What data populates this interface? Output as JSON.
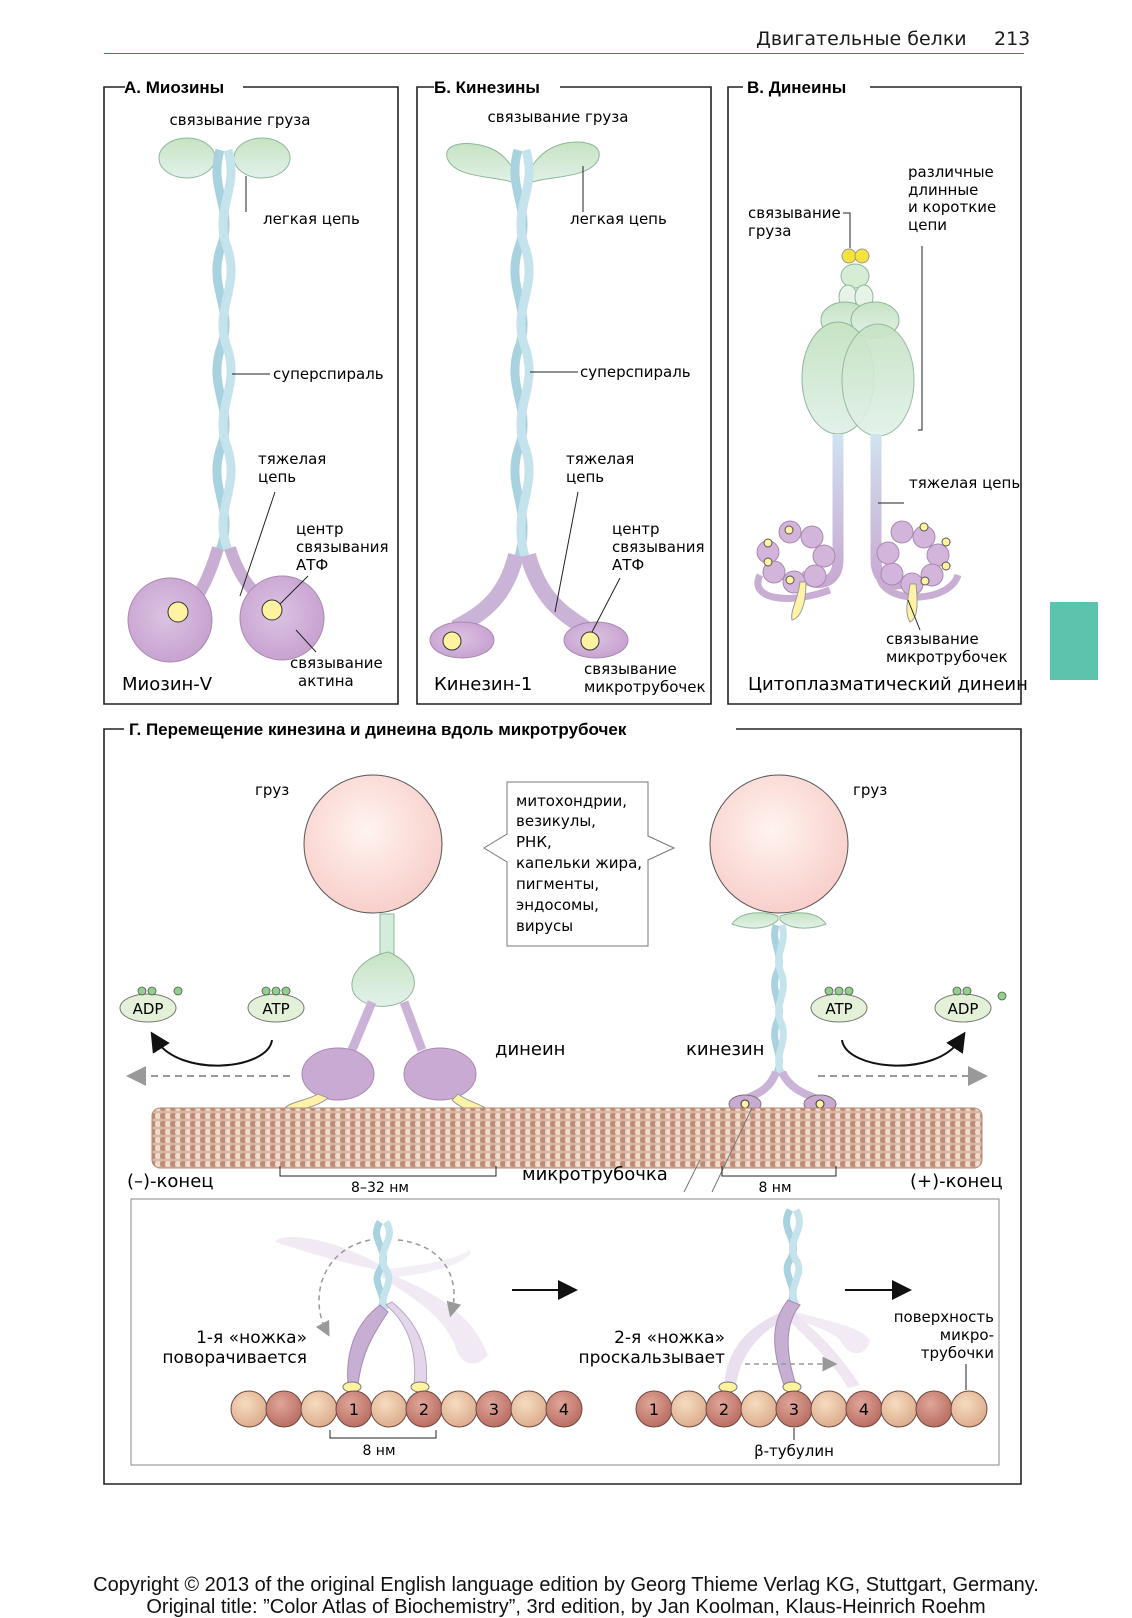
{
  "header": {
    "title": "Двигательные белки",
    "page_number": "213"
  },
  "panels": {
    "myosin": {
      "title": "А. Миозины",
      "cargo_binding": "связывание груза",
      "light_chain": "легкая цепь",
      "supercoil": "суперспираль",
      "heavy_chain": [
        "тяжелая",
        "цепь"
      ],
      "atp_site": [
        "центр",
        "связывания",
        "АТФ"
      ],
      "actin_binding": [
        "связывание",
        "актина"
      ],
      "name": "Миозин-V"
    },
    "kinesin": {
      "title": "Б. Кинезины",
      "cargo_binding": "связывание груза",
      "light_chain": "легкая цепь",
      "supercoil": "суперспираль",
      "heavy_chain": [
        "тяжелая",
        "цепь"
      ],
      "atp_site": [
        "центр",
        "связывания",
        "АТФ"
      ],
      "mt_binding": [
        "связывание",
        "микротрубочек"
      ],
      "name": "Кинезин-1"
    },
    "dynein": {
      "title": "В. Динеины",
      "cargo_binding": [
        "связывание",
        "груза"
      ],
      "chains": [
        "различные",
        "длинные",
        "и короткие",
        "цепи"
      ],
      "heavy_chain": "тяжелая цепь",
      "mt_binding": [
        "связывание",
        "микротрубочек"
      ],
      "name": "Цитоплазматический динеин"
    },
    "transport": {
      "title": "Г. Перемещение кинезина и динеина вдоль микротрубочек",
      "cargo_left": "груз",
      "cargo_right": "груз",
      "cargo_list": [
        "митохондрии,",
        "везикулы,",
        "РНК,",
        "капельки жира,",
        "пигменты,",
        "эндосомы,",
        "вирусы"
      ],
      "adp": "ADP",
      "atp": "ATP",
      "dynein": "динеин",
      "kinesin": "кинезин",
      "minus_end": "(–)-конец",
      "plus_end": "(+)-конец",
      "microtubule": "микротрубочка",
      "step_dynein": "8–32 нм",
      "step_kinesin": "8 нм",
      "leg1": [
        "1-я «ножка»",
        "поворачивается"
      ],
      "leg2": [
        "2-я «ножка»",
        "проскальзывает"
      ],
      "surface": [
        "поверхность",
        "микро-",
        "трубочки"
      ],
      "beta_tubulin": "β-тубулин",
      "step_inset": "8 нм",
      "bead_labels_left": [
        "1",
        "2",
        "3",
        "4"
      ],
      "bead_labels_right": [
        "1",
        "2",
        "3",
        "4"
      ]
    }
  },
  "footer": {
    "line1": "Copyright © 2013 of the original English language edition by Georg Thieme Verlag KG, Stuttgart, Germany.",
    "line2": "Original title: ”Color Atlas of Biochemistry”, 3rd edition, by Jan Koolman, Klaus-Heinrich Roehm"
  },
  "colors": {
    "header_rule": "#c0399a",
    "side_tab": "#5cc4ad",
    "light_chain": "#bfe3c2",
    "heavy_chain_stalk": "#bcdde8",
    "motor_head": "#c8a6cf",
    "atp_site": "#fff3a0",
    "cargo": "#fad9d6"
  }
}
